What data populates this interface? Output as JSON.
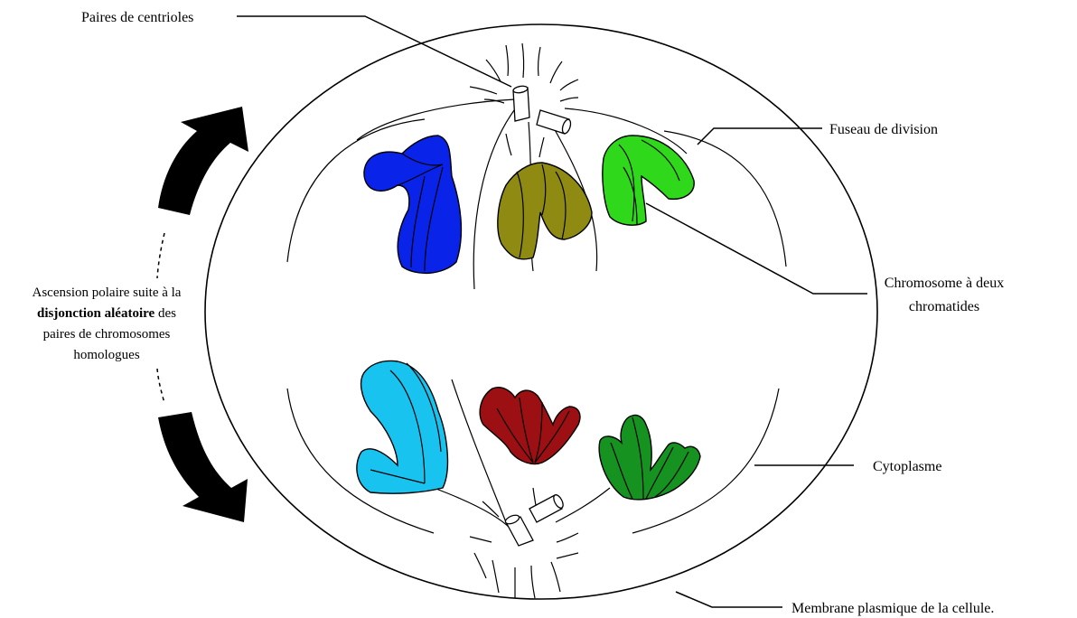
{
  "labels": {
    "centrioles": "Paires de centrioles",
    "fuseau": "Fuseau de division",
    "chromosome_line1": "Chromosome à deux",
    "chromosome_line2": "chromatides",
    "cytoplasme": "Cytoplasme",
    "membrane": "Membrane plasmique de la cellule."
  },
  "ascension": {
    "line1": "Ascension polaire suite à la",
    "line2_bold": "disjonction aléatoire",
    "line2_rest": " des",
    "line3": "paires de chromosomes",
    "line4": "homologues"
  },
  "colors": {
    "chromosome_top_left": "#0a23e8",
    "chromosome_top_middle": "#8f8a12",
    "chromosome_top_right": "#2fd81a",
    "chromosome_bottom_left": "#18c4ef",
    "chromosome_bottom_middle": "#9c0f12",
    "chromosome_bottom_right": "#15921f",
    "arrow": "#000000"
  }
}
